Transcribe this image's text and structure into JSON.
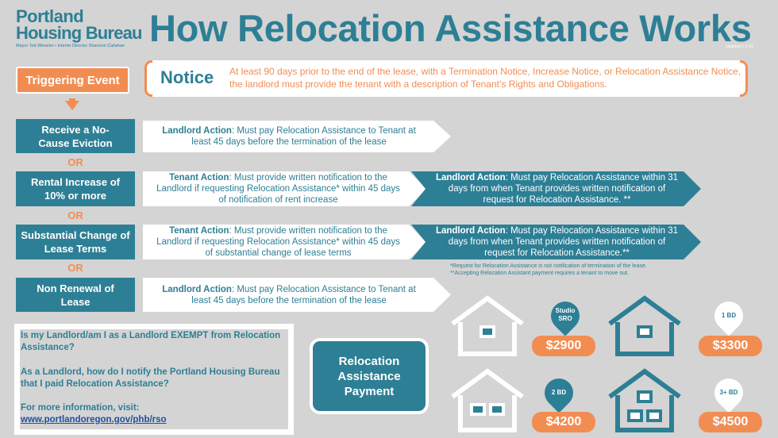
{
  "header": {
    "logo_line1": "Portland",
    "logo_line2": "Housing Bureau",
    "logo_sub": "Mayor Ted Wheeler  •  Interim Director Shannon Callahan",
    "title": "How Relocation Assistance Works",
    "updated": "Updated 1-1-19"
  },
  "trigger": {
    "label": "Triggering Event",
    "notice_label": "Notice",
    "notice_text": "At least 90 days prior to the end of the lease, with a Termination Notice, Increase Notice, or Relocation Assistance Notice, the landlord must provide the tenant with a description of Tenant’s Rights and Obligations."
  },
  "events": [
    {
      "label": "Receive a No-Cause Eviction",
      "step1_actor": "Landlord Action",
      "step1_text": ": Must pay Relocation Assistance to Tenant at least 45 days before the termination of the lease"
    },
    {
      "label": "Rental Increase of 10% or more",
      "step1_actor": "Tenant Action",
      "step1_text": ": Must provide written notification to the Landlord if requesting Relocation Assistance* within 45 days of notification of rent increase",
      "step2_actor": "Landlord Action",
      "step2_text": ": Must pay Relocation Assistance within 31 days from when Tenant provides written notification of request for Relocation Assistance. **"
    },
    {
      "label": "Substantial Change of Lease Terms",
      "step1_actor": "Tenant Action",
      "step1_text": ": Must provide written notification to the Landlord if requesting Relocation Assistance* within 45 days of substantial change of lease terms",
      "step2_actor": "Landlord Action",
      "step2_text": ": Must pay Relocation Assistance within 31 days from when Tenant provides written notification of request for Relocation Assistance.**"
    },
    {
      "label": "Non Renewal of Lease",
      "step1_actor": "Landlord Action",
      "step1_text": ": Must pay Relocation Assistance to Tenant at least 45 days before the termination of the lease"
    }
  ],
  "or_label": "OR",
  "footnotes": [
    "*Request for Relocation Assistance is not notification of termination of the lease.",
    "**Accepting Relocation Assistant payment requires a tenant to move out."
  ],
  "faq": {
    "q1": "Is my Landlord/am I as a Landlord EXEMPT from Relocation Assistance?",
    "q2": "As a Landlord, how do I notify the Portland Housing Bureau that I paid Relocation Assistance?",
    "more_info": "For more information, visit:",
    "link": "www.portlandoregon.gov/phb/rso"
  },
  "payment": {
    "label": "Relocation Assistance Payment",
    "units": [
      {
        "type": "Studio SRO",
        "amount": "$2900"
      },
      {
        "type": "1 BD",
        "amount": "$3300"
      },
      {
        "type": "2 BD",
        "amount": "$4200"
      },
      {
        "type": "3+ BD",
        "amount": "$4500"
      }
    ]
  },
  "colors": {
    "teal": "#2d7f95",
    "orange": "#f28d52",
    "background": "#d4d4d4"
  }
}
